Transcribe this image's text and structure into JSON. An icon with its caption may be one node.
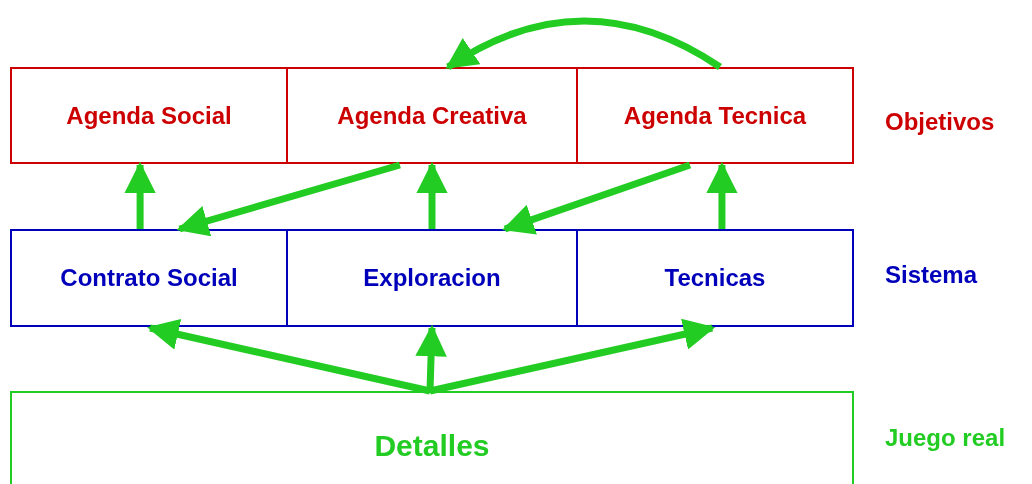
{
  "diagram": {
    "nodes": [
      {
        "text": [
          "Agenda Social"
        ]
      },
      {
        "text": [
          "Agenda Creativa"
        ]
      },
      {
        "text": [
          "Agenda Tecnica"
        ]
      },
      {
        "text": [
          "Contrato Social"
        ]
      },
      {
        "text": [
          "Exploracion"
        ]
      },
      {
        "text": [
          "Tecnicas"
        ]
      },
      {
        "text": [
          "Detalles"
        ]
      }
    ],
    "edges": [
      {
        "from": 3,
        "to": 0,
        "arrow": "to"
      },
      {
        "from": 1,
        "to": 3,
        "arrow": "to"
      },
      {
        "from": 4,
        "to": 1,
        "arrow": "to"
      },
      {
        "from": 2,
        "to": 4,
        "arrow": "to"
      },
      {
        "from": 5,
        "to": 2,
        "arrow": "to"
      },
      {
        "from": 2,
        "to": 1,
        "arrow": "to"
      },
      {
        "from": 6,
        "to": 3,
        "arrow": "to"
      },
      {
        "from": 6,
        "to": 4,
        "arrow": "to"
      },
      {
        "from": 6,
        "to": 5,
        "arrow": "to"
      }
    ],
    "labels": [
      "Objetivos",
      "Sistema",
      "Juego real"
    ]
  }
}
